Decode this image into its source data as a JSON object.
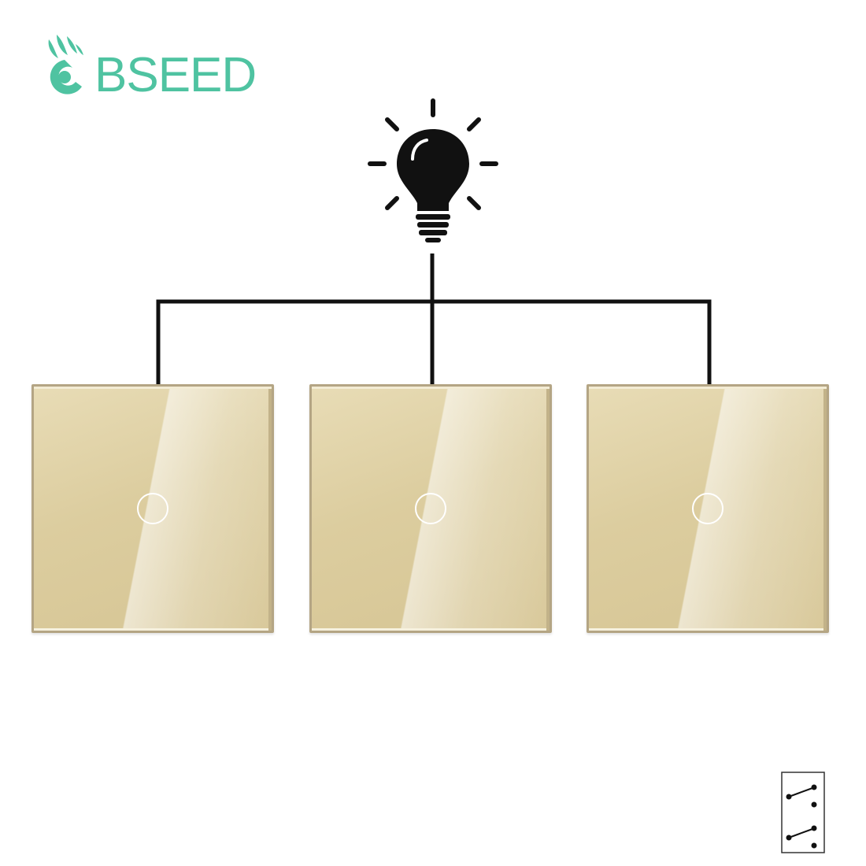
{
  "brand": {
    "name": "BSEED",
    "color": "#4fc3a1"
  },
  "icons": {
    "light": "light-bulb-icon",
    "circuit": "three-way-switch-symbol-icon"
  },
  "panels": [
    {
      "id": "switch-1",
      "buttons": 1,
      "color": "#dccd9f"
    },
    {
      "id": "switch-2",
      "buttons": 1,
      "color": "#dccd9f"
    },
    {
      "id": "switch-3",
      "buttons": 1,
      "color": "#dccd9f"
    }
  ],
  "colors": {
    "wire": "#111111",
    "panel_frame": "#b4a584",
    "background": "#ffffff"
  }
}
